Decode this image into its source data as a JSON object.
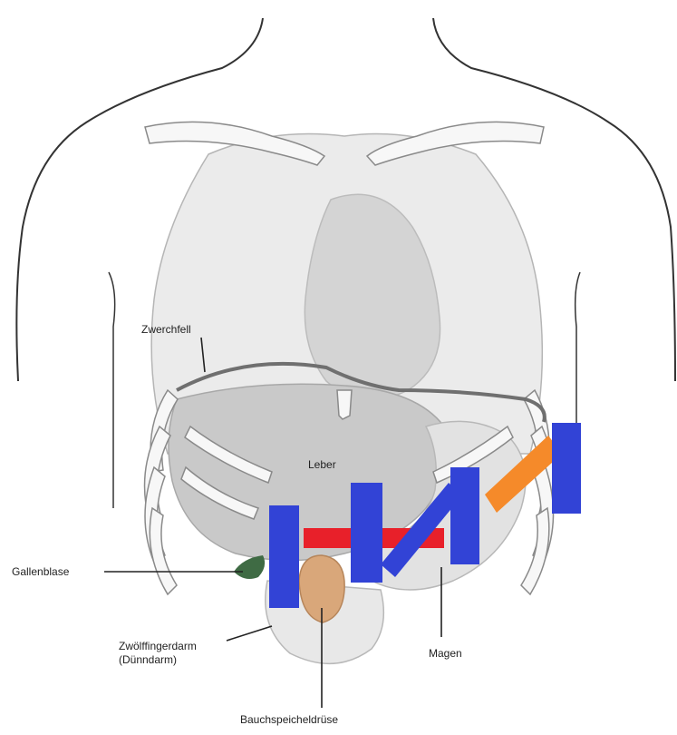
{
  "labels": {
    "zwerchfell": "Zwerchfell",
    "leber": "Leber",
    "gallenblase": "Gallenblase",
    "zwoelffingerdarm_line1": "Zwölffingerdarm",
    "zwoelffingerdarm_line2": "(Dünndarm)",
    "magen": "Magen",
    "bauchspeicheldruese": "Bauchspeicheldrüse"
  },
  "colors": {
    "background": "#ffffff",
    "body_outline": "#333333",
    "thorax_fill": "#ebebeb",
    "heart_fill": "#d4d4d4",
    "liver_fill": "#c9c9c9",
    "rib_fill": "#f7f7f7",
    "rib_stroke": "#8a8a8a",
    "diaphragm_line": "#6f6f6f",
    "gallbladder": "#3f6b44",
    "pancreas": "#d9a77a",
    "stomach_fill": "#e2e2e2",
    "marker_blue": "#3243d6",
    "marker_red": "#e8202a",
    "marker_orange": "#f58a2a",
    "leader_line": "#222222"
  },
  "overlay_markers": [
    "blue-bar",
    "blue-bar",
    "blue-bar",
    "blue-bar",
    "red-bar",
    "orange-bar"
  ]
}
